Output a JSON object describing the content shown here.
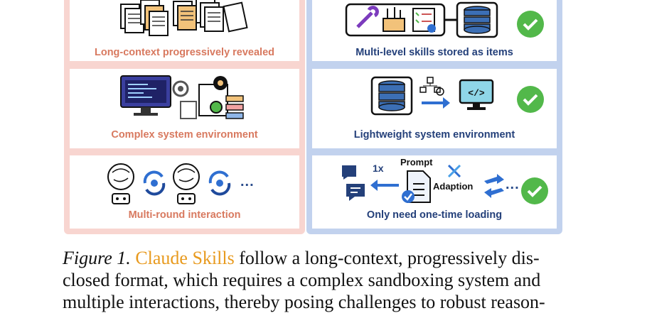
{
  "panels": {
    "left": {
      "captions": [
        "Long-context progressively revealed",
        "Complex system environment",
        "Multi-round interaction"
      ]
    },
    "right": {
      "captions": [
        "Multi-level skills stored as items",
        "Lightweight system environment",
        "Only need one-time loading"
      ],
      "labels": {
        "prompt": "Prompt",
        "adaption": "Adaption",
        "times": "1x",
        "ellipsis": "..."
      }
    },
    "left_ellipsis": "..."
  },
  "caption": {
    "figure_label": "Figure 1.",
    "highlight": "Claude Skills",
    "text_line1": " follow a long-context, progressively dis-",
    "text_line2": "closed format, which requires a complex sandboxing system and",
    "text_line3": "multiple interactions, thereby posing challenges to robust reason-"
  },
  "colors": {
    "left_border": "#f8d5d0",
    "right_border": "#c2d2ee",
    "left_caption": "#d8795f",
    "right_caption": "#24407a",
    "check": "#52b84a",
    "highlight": "#e89a1e"
  }
}
